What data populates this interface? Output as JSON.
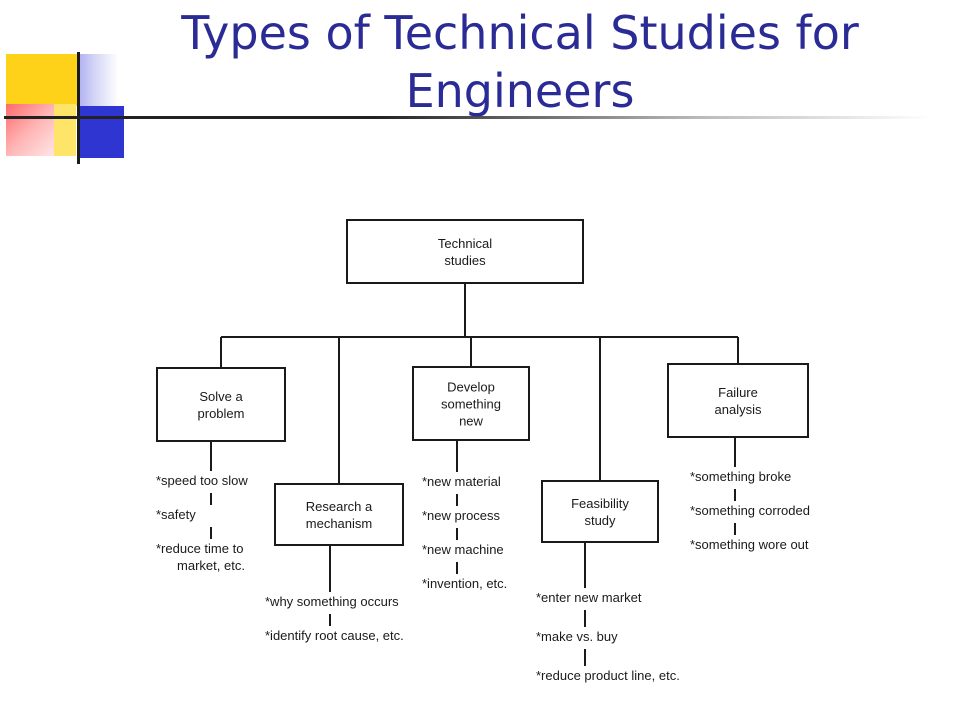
{
  "title": [
    "Types of Technical Studies for",
    "Engineers"
  ],
  "root": {
    "lines": [
      "Technical",
      "studies"
    ]
  },
  "categories": [
    {
      "lines": [
        "Solve a",
        "problem"
      ],
      "items": [
        [
          "*speed too slow"
        ],
        [
          "*safety"
        ],
        [
          "*reduce time to",
          "market, etc."
        ]
      ]
    },
    {
      "lines": [
        "Research a",
        "mechanism"
      ],
      "items": [
        [
          "*why something occurs"
        ],
        [
          "*identify root cause, etc."
        ]
      ]
    },
    {
      "lines": [
        "Develop",
        "something",
        "new"
      ],
      "items": [
        [
          "*new material"
        ],
        [
          "*new process"
        ],
        [
          "*new machine"
        ],
        [
          "*invention, etc."
        ]
      ]
    },
    {
      "lines": [
        "Feasibility",
        "study"
      ],
      "items": [
        [
          "*enter new market"
        ],
        [
          "*make vs. buy"
        ],
        [
          "*reduce product line, etc."
        ]
      ]
    },
    {
      "lines": [
        "Failure",
        "analysis"
      ],
      "items": [
        [
          "*something broke"
        ],
        [
          "*something corroded"
        ],
        [
          "*something wore out"
        ]
      ]
    }
  ]
}
